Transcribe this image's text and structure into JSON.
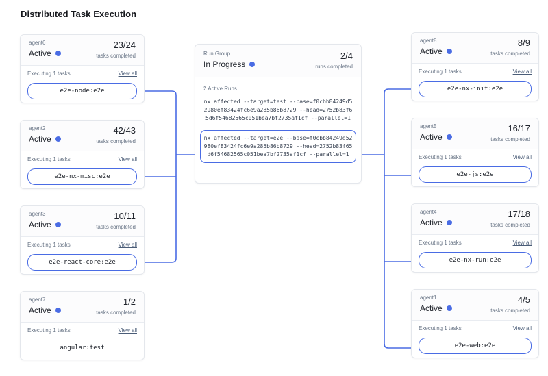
{
  "page": {
    "title": "Distributed Task Execution"
  },
  "colors": {
    "accent": "#4a6ce4"
  },
  "labels": {
    "tasks_completed": "tasks completed",
    "executing": "Executing 1 tasks",
    "view_all": "View all"
  },
  "run_group": {
    "label": "Run Group",
    "status": "In Progress",
    "count": "2/4",
    "count_label": "runs completed",
    "active_runs_label": "2 Active Runs",
    "commands": [
      {
        "text": "nx affected --target=test --base=f0cbb84249d52980ef83424fc6e9a285b86b8729 --head=2752b83f65d6f54682565c051bea7bf2735af1cf --parallel=1",
        "highlighted": false
      },
      {
        "text": "nx affected --target=e2e --base=f0cbb84249d52980ef83424fc6e9a285b86b8729 --head=2752b83f65d6f54682565c051bea7bf2735af1cf --parallel=1",
        "highlighted": true
      }
    ]
  },
  "agents": {
    "left": [
      {
        "name": "agent6",
        "status": "Active",
        "count": "23/24",
        "task": "e2e-node:e2e",
        "linked": true
      },
      {
        "name": "agent2",
        "status": "Active",
        "count": "42/43",
        "task": "e2e-nx-misc:e2e",
        "linked": true
      },
      {
        "name": "agent3",
        "status": "Active",
        "count": "10/11",
        "task": "e2e-react-core:e2e",
        "linked": true
      },
      {
        "name": "agent7",
        "status": "Active",
        "count": "1/2",
        "task": "angular:test",
        "linked": false
      }
    ],
    "right": [
      {
        "name": "agent8",
        "status": "Active",
        "count": "8/9",
        "task": "e2e-nx-init:e2e",
        "linked": true
      },
      {
        "name": "agent5",
        "status": "Active",
        "count": "16/17",
        "task": "e2e-js:e2e",
        "linked": true
      },
      {
        "name": "agent4",
        "status": "Active",
        "count": "17/18",
        "task": "e2e-nx-run:e2e",
        "linked": true
      },
      {
        "name": "agent1",
        "status": "Active",
        "count": "4/5",
        "task": "e2e-web:e2e",
        "linked": true
      }
    ]
  }
}
